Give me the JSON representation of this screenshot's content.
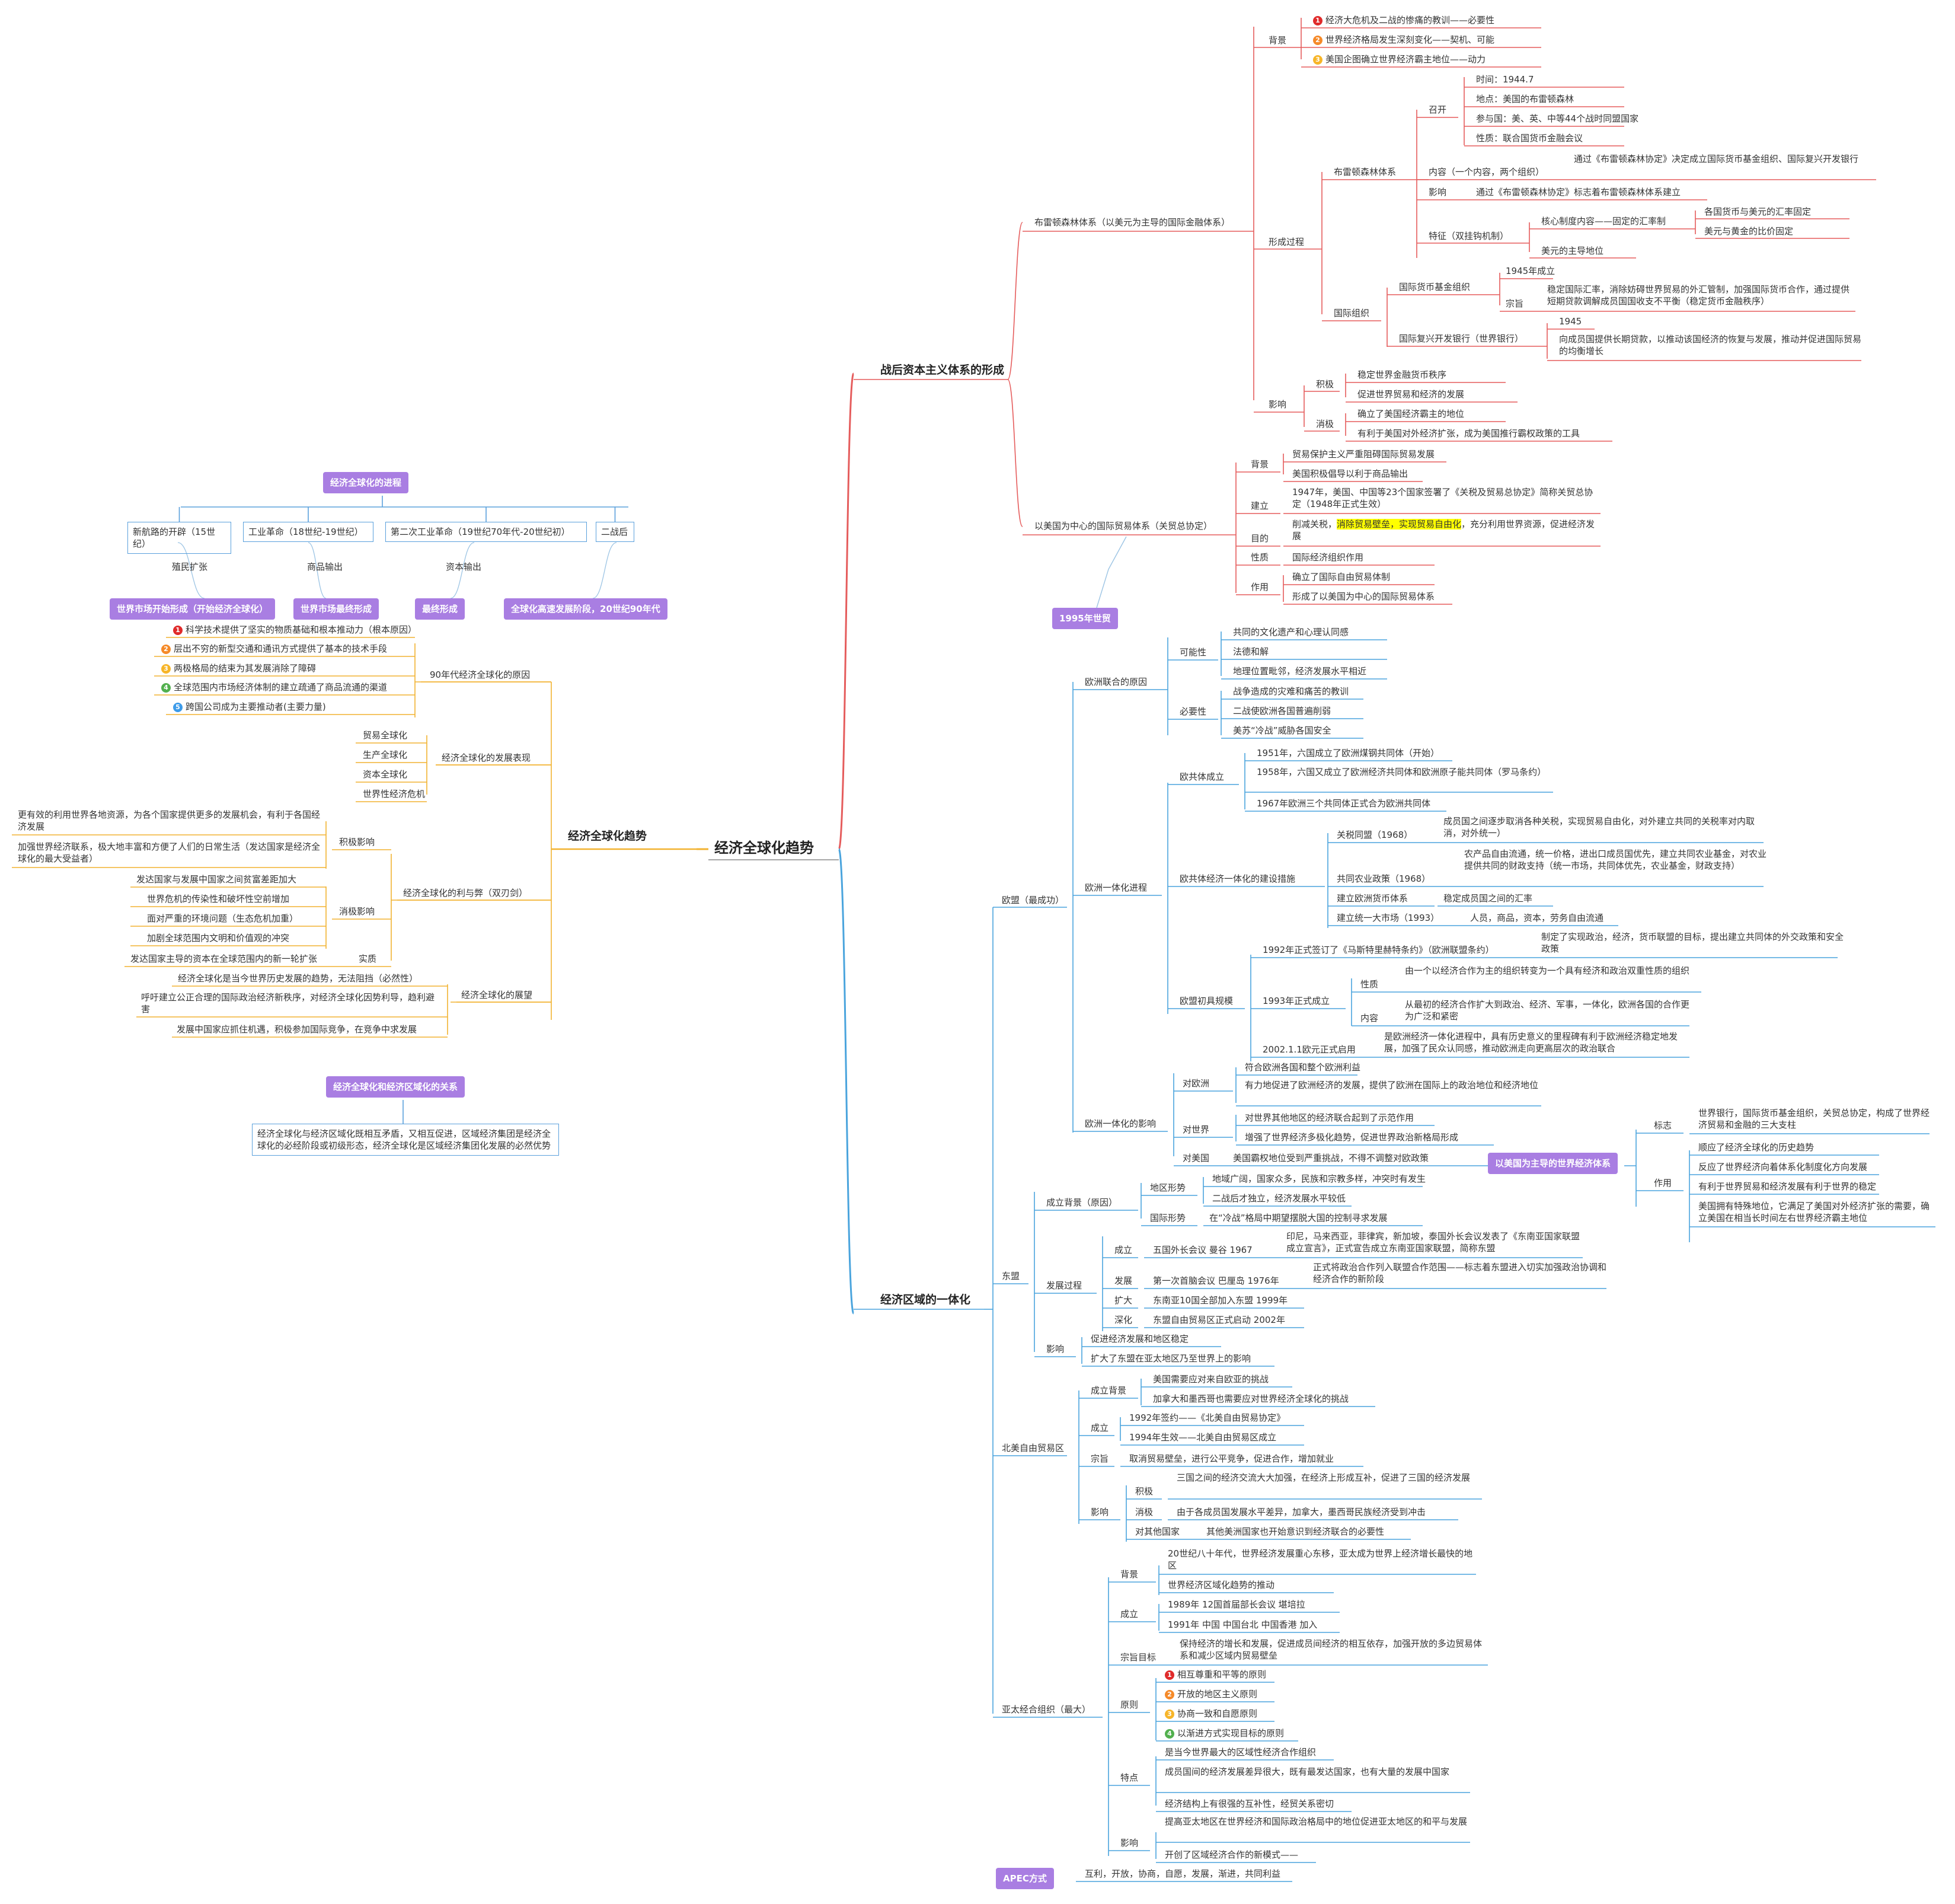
{
  "colors": {
    "center_left_edge": "#f2b230",
    "upper_branch": "#e55c5c",
    "lower_branch": "#4aa4dd",
    "tag_fill": "#a97ee2",
    "highlight": "#ffff00",
    "badge": [
      "#e02b2b",
      "#f58a29",
      "#f7b529",
      "#52b04e",
      "#3d9be9"
    ]
  },
  "icons": {
    "priority_badges": [
      "priority-1-icon",
      "priority-2-icon",
      "priority-3-icon",
      "priority-4-icon",
      "priority-5-icon"
    ]
  },
  "root": "经济全球化趋势",
  "postwar": {
    "title": "战后资本主义体系的形成",
    "bretton": {
      "title": "布雷顿森林体系（以美元为主导的国际金融体系）",
      "background": {
        "label": "背景",
        "items": [
          "经济大危机及二战的惨痛的教训——必要性",
          "世界经济格局发生深刻变化——契机、可能",
          "美国企图确立世界经济霸主地位——动力"
        ]
      },
      "formation": {
        "label": "形成过程",
        "system": {
          "label": "布雷顿森林体系",
          "convene": {
            "label": "召开",
            "items": [
              "时间：1944.7",
              "地点：美国的布雷顿森林",
              "参与国：美、英、中等44个战时同盟国家",
              "性质：联合国货币金融会议"
            ]
          },
          "content": {
            "label": "内容（一个内容，两个组织）",
            "text": "通过《布雷顿森林协定》决定成立国际货币基金组织、国际复兴开发银行"
          },
          "impact": {
            "label": "影响",
            "text": "通过《布雷顿森林协定》标志着布雷顿森林体系建立"
          },
          "feature": {
            "label": "特征（双挂钩机制）",
            "core": "核心制度内容——固定的汇率制",
            "core_items": [
              "各国货币与美元的汇率固定",
              "美元与黄金的比价固定"
            ],
            "dollar": "美元的主导地位"
          }
        },
        "orgs": {
          "label": "国际组织",
          "imf": {
            "label": "国际货币基金组织",
            "year": "1945年成立",
            "aim_label": "宗旨",
            "aim": "稳定国际汇率，消除妨碍世界贸易的外汇管制，加强国际货币合作，通过提供短期贷款调解成员国国收支不平衡（稳定货币金融秩序）"
          },
          "wb": {
            "label": "国际复兴开发银行（世界银行）",
            "year": "1945",
            "aim": "向成员国提供长期贷款，以推动该国经济的恢复与发展，推动并促进国际贸易的均衡增长"
          }
        }
      },
      "effect": {
        "label": "影响",
        "pos_label": "积极",
        "pos": [
          "稳定世界金融货币秩序",
          "促进世界贸易和经济的发展"
        ],
        "neg_label": "消极",
        "neg": [
          "确立了美国经济霸主的地位",
          "有利于美国对外经济扩张，成为美国推行霸权政策的工具"
        ]
      }
    },
    "trade": {
      "title": "以美国为中心的国际贸易体系（关贸总协定）",
      "background": {
        "label": "背景",
        "items": [
          "贸易保护主义严重阻碍国际贸易发展",
          "美国积极倡导以利于商品输出"
        ]
      },
      "found": {
        "label": "建立",
        "text": "1947年，美国、中国等23个国家签署了《关税及贸易总协定》简称关贸总协定（1948年正式生效）"
      },
      "aim": {
        "label": "目的",
        "pre": "削减关税，",
        "hl": "消除贸易壁垒，实现贸易自由化",
        "post": "，充分利用世界资源，促进经济发展"
      },
      "nature": {
        "label": "性质",
        "text": "国际经济组织作用"
      },
      "role": {
        "label": "作用",
        "items": [
          "确立了国际自由贸易体制",
          "形成了以美国为中心的国际贸易体系"
        ]
      },
      "tag": "1995年世贸"
    }
  },
  "regional": {
    "title": "经济区域的一体化",
    "europe": {
      "label": "欧盟（最成功）",
      "reasons": {
        "label": "欧洲联合的原因",
        "possible_label": "可能性",
        "possible": [
          "共同的文化遗产和心理认同感",
          "法德和解",
          "地理位置毗邻，经济发展水平相近"
        ],
        "necessary_label": "必要性",
        "necessary": [
          "战争造成的灾难和痛苦的教训",
          "二战使欧洲各国普遍削弱",
          "美苏“冷战”威胁各国安全"
        ]
      },
      "process": {
        "label": "欧洲一体化进程",
        "ec": {
          "label": "欧共体成立",
          "items": [
            "1951年，六国成立了欧洲煤钢共同体（开始）",
            "1958年，六国又成立了欧洲经济共同体和欧洲原子能共同体（罗马条约）",
            "1967年欧洲三个共同体正式合为欧洲共同体"
          ]
        },
        "steps": {
          "label": "欧共体经济一体化的建设措施",
          "customs": {
            "label": "关税同盟（1968）",
            "text": "成员国之间逐步取消各种关税，实现贸易自由化，对外建立共同的关税率对内取消，对外统一）"
          },
          "agri": {
            "label": "共同农业政策（1968）",
            "text": "农产品自由流通，统一价格，进出口成员国优先，建立共同农业基金，对农业提供共同的财政支持（统一市场，共同体优先，农业基金，财政支持）"
          },
          "ems": {
            "label": "建立欧洲货币体系",
            "text": "稳定成员国之间的汇率"
          },
          "market": {
            "label": "建立统一大市场（1993）",
            "text": "人员，商品，资本，劳务自由流通"
          }
        },
        "eu": {
          "label": "欧盟初具规模",
          "maastricht": "1992年正式签订了《马斯特里赫特条约》（欧洲联盟条约）",
          "maastricht_note": "制定了实现政治，经济，货币联盟的目标，提出建立共同体的外交政策和安全政策",
          "y1993": "1993年正式成立",
          "nature_label": "性质",
          "nature": "由一个以经济合作为主的组织转变为一个具有经济和政治双重性质的组织",
          "content_label": "内容",
          "content": "从最初的经济合作扩大到政治、经济、军事，一体化，欧洲各国的合作更为广泛和紧密",
          "euro": "2002.1.1欧元正式启用",
          "euro_note": "是欧洲经济一体化进程中，具有历史意义的里程碑有利于欧洲经济稳定地发展，加强了民众认同感，推动欧洲走向更高层次的政治联合"
        }
      },
      "influence": {
        "label": "欧洲一体化的影响",
        "eu_label": "对欧洲",
        "eu": [
          "符合欧洲各国和整个欧洲利益",
          "有力地促进了欧洲经济的发展，提供了欧洲在国际上的政治地位和经济地位"
        ],
        "world_label": "对世界",
        "world": [
          "对世界其他地区的经济联合起到了示范作用",
          "增强了世界经济多极化趋势，促进世界政治新格局形成"
        ],
        "us_label": "对美国",
        "us": [
          "美国霸权地位受到严重挑战，不得不调整对欧政策"
        ]
      }
    },
    "asean": {
      "label": "东盟",
      "background": {
        "label": "成立背景（原因）",
        "geo_label": "地区形势",
        "geo": [
          "地域广阔，国家众多，民族和宗教多样，冲突时有发生",
          "二战后才独立，经济发展水平较低"
        ],
        "intl_label": "国际形势",
        "intl": "在“冷战”格局中期望摆脱大国的控制寻求发展"
      },
      "process": {
        "label": "发展过程",
        "found_label": "成立",
        "found": "五国外长会议 曼谷 1967",
        "found_note": "印尼，马来西亚，菲律宾，新加坡，泰国外长会议发表了《东南亚国家联盟成立宣言》，正式宣告成立东南亚国家联盟，简称东盟",
        "dev_label": "发展",
        "dev": "第一次首脑会议 巴厘岛 1976年",
        "dev_note": "正式将政治合作列入联盟合作范围——标志着东盟进入切实加强政治协调和经济合作的新阶段",
        "expand_label": "扩大",
        "expand": "东南亚10国全部加入东盟 1999年",
        "deep_label": "深化",
        "deep": "东盟自由贸易区正式启动 2002年"
      },
      "effect": {
        "label": "影响",
        "items": [
          "促进经济发展和地区稳定",
          "扩大了东盟在亚太地区乃至世界上的影响"
        ]
      }
    },
    "nafta": {
      "label": "北美自由贸易区",
      "background": {
        "label": "成立背景",
        "items": [
          "美国需要应对来自欧亚的挑战",
          "加拿大和墨西哥也需要应对世界经济全球化的挑战"
        ]
      },
      "found": {
        "label": "成立",
        "items": [
          "1992年签约——《北美自由贸易协定》",
          "1994年生效——北美自由贸易区成立"
        ]
      },
      "aim": {
        "label": "宗旨",
        "text": "取消贸易壁垒，进行公平竞争，促进合作，增加就业"
      },
      "effect": {
        "label": "影响",
        "pos_label": "积极",
        "pos": "三国之间的经济交流大大加强，在经济上形成互补，促进了三国的经济发展",
        "neg_label": "消极",
        "neg": "由于各成员国发展水平差异，加拿大，墨西哥民族经济受到冲击",
        "other_label": "对其他国家",
        "other": "其他美洲国家也开始意识到经济联合的必要性"
      }
    },
    "apec": {
      "label": "亚太经合组织（最大）",
      "background": {
        "label": "背景",
        "items": [
          "20世纪八十年代，世界经济发展重心东移，亚太成为世界上经济增长最快的地区",
          "世界经济区域化趋势的推动"
        ]
      },
      "found": {
        "label": "成立",
        "items": [
          "1989年 12国首届部长会议 堪培拉",
          "1991年 中国 中国台北 中国香港 加入"
        ]
      },
      "aim": {
        "label": "宗旨目标",
        "text": "保持经济的增长和发展，促进成员间经济的相互依存，加强开放的多边贸易体系和减少区域内贸易壁垒"
      },
      "principle": {
        "label": "原则",
        "items": [
          "相互尊重和平等的原则",
          "开放的地区主义原则",
          "协商一致和自愿原则",
          "以渐进方式实现目标的原则"
        ]
      },
      "feature": {
        "label": "特点",
        "items": [
          "是当今世界最大的区域性经济合作组织",
          "成员国间的经济发展差异很大，既有最发达国家，也有大量的发展中国家",
          "经济结构上有很强的互补性，经贸关系密切"
        ]
      },
      "effect": {
        "label": "影响",
        "items": [
          "提高亚太地区在世界经济和国际政治格局中的地位促进亚太地区的和平与发展",
          "开创了区域经济合作的新模式——"
        ]
      },
      "tag": "APEC方式",
      "tag_note": "互利，开放，协商，自愿，发展，渐进，共同利益"
    },
    "us_system": {
      "tag": "以美国为主导的世界经济体系",
      "sign_label": "标志",
      "sign": "世界银行，国际货币基金组织，关贸总协定，构成了世界经济贸易和金融的三大支柱",
      "role_label": "作用",
      "role": [
        "顺应了经济全球化的历史趋势",
        "反应了世界经济向着体系化制度化方向发展",
        "有利于世界贸易和经济发展有利于世界的稳定",
        "美国拥有特殊地位，它满足了美国对外经济扩张的需要，确立美国在相当长时间左右世界经济霸主地位"
      ]
    }
  },
  "global": {
    "title": "经济全球化趋势",
    "reasons90": {
      "label": "90年代经济全球化的原因",
      "items": [
        "科学技术提供了坚实的物质基础和根本推动力（根本原因）",
        "层出不穷的新型交通和通讯方式提供了基本的技术手段",
        "两极格局的结束为其发展消除了障碍",
        "全球范围内市场经济体制的建立疏通了商品流通的渠道",
        "跨国公司成为主要推动者(主要力量)"
      ]
    },
    "forms": {
      "label": "经济全球化的发展表现",
      "items": [
        "贸易全球化",
        "生产全球化",
        "资本全球化",
        "世界性经济危机"
      ]
    },
    "pros_cons": {
      "label": "经济全球化的利与弊（双刃剑）",
      "pos_label": "积极影响",
      "pos": [
        "更有效的利用世界各地资源，为各个国家提供更多的发展机会，有利于各国经济发展",
        "加强世界经济联系，极大地丰富和方便了人们的日常生活（发达国家是经济全球化的最大受益者）"
      ],
      "neg_label": "消极影响",
      "neg": [
        "发达国家与发展中国家之间贫富差距加大",
        "世界危机的传染性和破坏性空前增加",
        "面对严重的环境问题（生态危机加重）",
        "加剧全球范围内文明和价值观的冲突"
      ],
      "essence_label": "实质",
      "essence": "发达国家主导的资本在全球范围内的新一轮扩张"
    },
    "outlook": {
      "label": "经济全球化的展望",
      "items": [
        "经济全球化是当今世界历史发展的趋势，无法阻挡（必然性）",
        "呼吁建立公正合理的国际政治经济新秩序，对经济全球化因势利导，趋利避害",
        "发展中国家应抓住机遇，积极参加国际竞争，在竞争中求发展"
      ]
    }
  },
  "process": {
    "title": "经济全球化的进程",
    "stages": [
      "新航路的开辟（15世纪）",
      "工业革命（18世纪-19世纪）",
      "第二次工业革命（19世纪70年代-20世纪初）",
      "二战后"
    ],
    "notes": [
      "殖民扩张",
      "商品输出",
      "资本输出"
    ],
    "results": [
      "世界市场开始形成（开始经济全球化）",
      "世界市场最终形成",
      "最终形成",
      "全球化高速发展阶段，20世纪90年代"
    ]
  },
  "relation": {
    "title": "经济全球化和经济区域化的关系",
    "text": "经济全球化与经济区域化既相互矛盾，又相互促进，区域经济集团是经济全球化的必经阶段或初级形态，经济全球化是区域经济集团化发展的必然优势"
  }
}
